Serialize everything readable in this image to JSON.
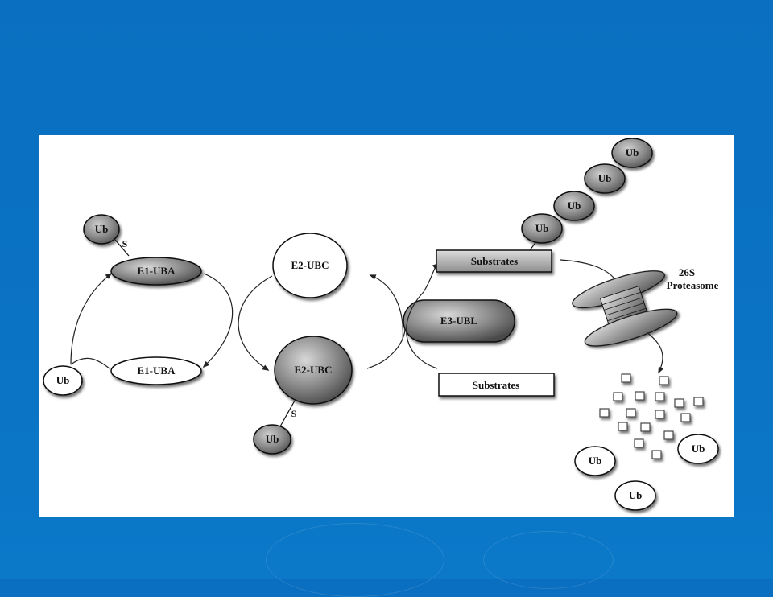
{
  "labels": {
    "ub": "Ub",
    "s": "S",
    "e1_active": "E1-UBA",
    "e1_free": "E1-UBA",
    "e2_free": "E2-UBC",
    "e2_active": "E2-UBC",
    "e3": "E3-UBL",
    "substrates_top": "Substrates",
    "substrates_bottom": "Substrates",
    "proteasome_line1": "26S",
    "proteasome_line2": "Proteasome"
  },
  "colors": {
    "background": "#0b72c3",
    "panel": "#ffffff"
  }
}
